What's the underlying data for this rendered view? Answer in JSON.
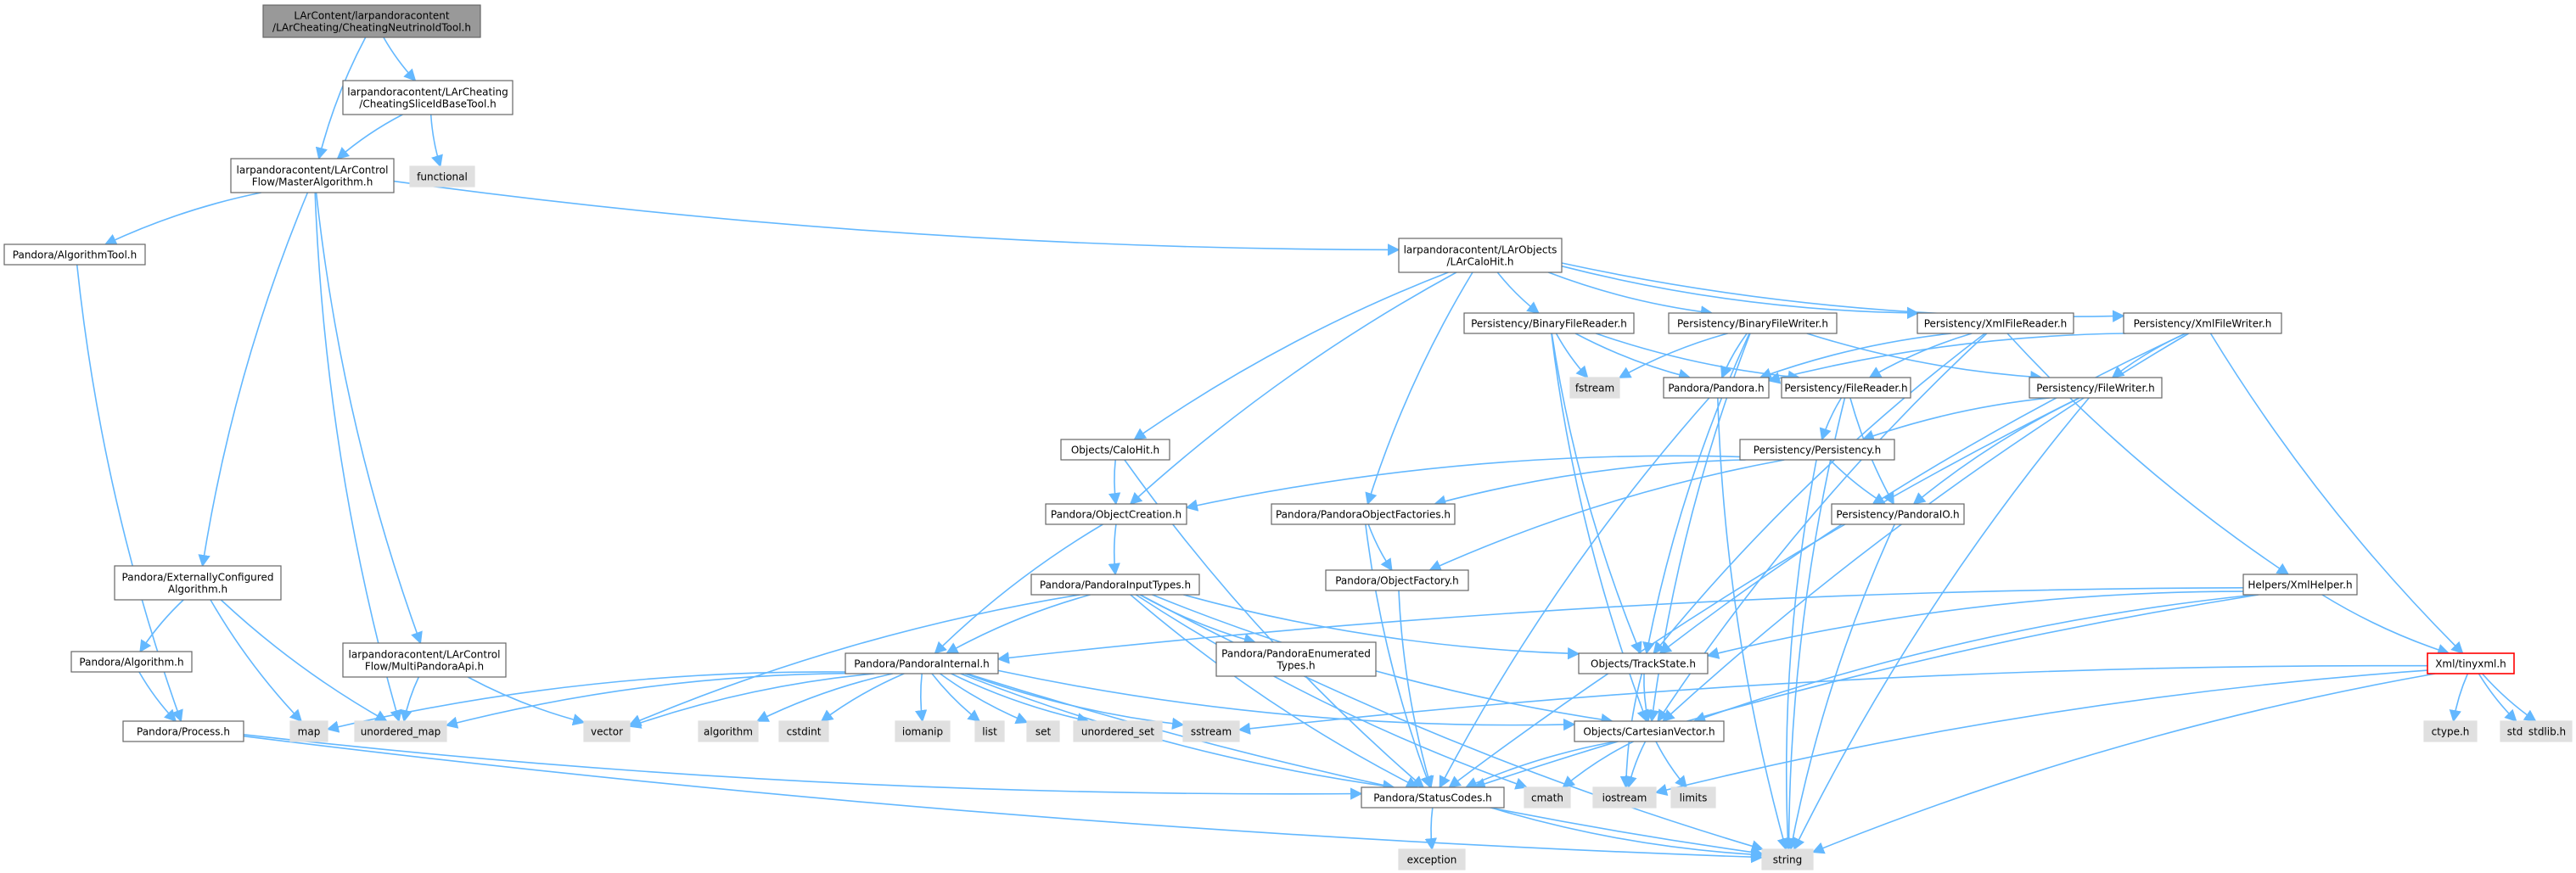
{
  "colors": {
    "edge": "#63b8ff",
    "box_border": "#666666",
    "root_fill": "#999999",
    "file_fill": "#ffffff",
    "system_fill": "#e0e0e0",
    "warning_border": "#ff0000"
  },
  "nodes": [
    {
      "id": "root",
      "lines": [
        "LArContent/larpandoracontent",
        "/LArCheating/CheatingNeutrinoIdTool.h"
      ],
      "kind": "root"
    },
    {
      "id": "slice_tool",
      "lines": [
        "larpandoracontent/LArCheating",
        "/CheatingSliceIdBaseTool.h"
      ],
      "kind": "file"
    },
    {
      "id": "functional",
      "lines": [
        "functional"
      ],
      "kind": "system"
    },
    {
      "id": "master_algorithm",
      "lines": [
        "larpandoracontent/LArControl",
        "Flow/MasterAlgorithm.h"
      ],
      "kind": "file"
    },
    {
      "id": "algorithm_tool",
      "lines": [
        "Pandora/AlgorithmTool.h"
      ],
      "kind": "file"
    },
    {
      "id": "lar_calo_hit",
      "lines": [
        "larpandoracontent/LArObjects",
        "/LArCaloHit.h"
      ],
      "kind": "file"
    },
    {
      "id": "binary_file_reader",
      "lines": [
        "Persistency/BinaryFileReader.h"
      ],
      "kind": "file"
    },
    {
      "id": "binary_file_writer",
      "lines": [
        "Persistency/BinaryFileWriter.h"
      ],
      "kind": "file"
    },
    {
      "id": "xml_file_reader",
      "lines": [
        "Persistency/XmlFileReader.h"
      ],
      "kind": "file"
    },
    {
      "id": "xml_file_writer",
      "lines": [
        "Persistency/XmlFileWriter.h"
      ],
      "kind": "file"
    },
    {
      "id": "fstream",
      "lines": [
        "fstream"
      ],
      "kind": "system"
    },
    {
      "id": "pandora_h",
      "lines": [
        "Pandora/Pandora.h"
      ],
      "kind": "file"
    },
    {
      "id": "file_reader",
      "lines": [
        "Persistency/FileReader.h"
      ],
      "kind": "file"
    },
    {
      "id": "file_writer",
      "lines": [
        "Persistency/FileWriter.h"
      ],
      "kind": "file"
    },
    {
      "id": "calo_hit",
      "lines": [
        "Objects/CaloHit.h"
      ],
      "kind": "file"
    },
    {
      "id": "persistency",
      "lines": [
        "Persistency/Persistency.h"
      ],
      "kind": "file"
    },
    {
      "id": "object_creation",
      "lines": [
        "Pandora/ObjectCreation.h"
      ],
      "kind": "file"
    },
    {
      "id": "object_factories",
      "lines": [
        "Pandora/PandoraObjectFactories.h"
      ],
      "kind": "file"
    },
    {
      "id": "pandora_io",
      "lines": [
        "Persistency/PandoraIO.h"
      ],
      "kind": "file"
    },
    {
      "id": "ext_configured",
      "lines": [
        "Pandora/ExternallyConfigured",
        "Algorithm.h"
      ],
      "kind": "file"
    },
    {
      "id": "object_factory",
      "lines": [
        "Pandora/ObjectFactory.h"
      ],
      "kind": "file"
    },
    {
      "id": "input_types",
      "lines": [
        "Pandora/PandoraInputTypes.h"
      ],
      "kind": "file"
    },
    {
      "id": "xml_helper",
      "lines": [
        "Helpers/XmlHelper.h"
      ],
      "kind": "file"
    },
    {
      "id": "algorithm_h",
      "lines": [
        "Pandora/Algorithm.h"
      ],
      "kind": "file"
    },
    {
      "id": "multi_pandora_api",
      "lines": [
        "larpandoracontent/LArControl",
        "Flow/MultiPandoraApi.h"
      ],
      "kind": "file"
    },
    {
      "id": "pandora_internal",
      "lines": [
        "Pandora/PandoraInternal.h"
      ],
      "kind": "file"
    },
    {
      "id": "enumerated_types",
      "lines": [
        "Pandora/PandoraEnumerated",
        "Types.h"
      ],
      "kind": "file"
    },
    {
      "id": "track_state",
      "lines": [
        "Objects/TrackState.h"
      ],
      "kind": "file"
    },
    {
      "id": "tinyxml",
      "lines": [
        "Xml/tinyxml.h"
      ],
      "kind": "warning"
    },
    {
      "id": "process_h",
      "lines": [
        "Pandora/Process.h"
      ],
      "kind": "file"
    },
    {
      "id": "map",
      "lines": [
        "map"
      ],
      "kind": "system"
    },
    {
      "id": "unordered_map",
      "lines": [
        "unordered_map"
      ],
      "kind": "system"
    },
    {
      "id": "vector",
      "lines": [
        "vector"
      ],
      "kind": "system"
    },
    {
      "id": "algorithm",
      "lines": [
        "algorithm"
      ],
      "kind": "system"
    },
    {
      "id": "cstdint",
      "lines": [
        "cstdint"
      ],
      "kind": "system"
    },
    {
      "id": "iomanip",
      "lines": [
        "iomanip"
      ],
      "kind": "system"
    },
    {
      "id": "list",
      "lines": [
        "list"
      ],
      "kind": "system"
    },
    {
      "id": "set",
      "lines": [
        "set"
      ],
      "kind": "system"
    },
    {
      "id": "unordered_set",
      "lines": [
        "unordered_set"
      ],
      "kind": "system"
    },
    {
      "id": "sstream",
      "lines": [
        "sstream"
      ],
      "kind": "system"
    },
    {
      "id": "cartesian_vector",
      "lines": [
        "Objects/CartesianVector.h"
      ],
      "kind": "file"
    },
    {
      "id": "ctype",
      "lines": [
        "ctype.h"
      ],
      "kind": "system"
    },
    {
      "id": "stdio",
      "lines": [
        "stdio.h"
      ],
      "kind": "system"
    },
    {
      "id": "stdlib",
      "lines": [
        "stdlib.h"
      ],
      "kind": "system"
    },
    {
      "id": "cmath",
      "lines": [
        "cmath"
      ],
      "kind": "system"
    },
    {
      "id": "iostream",
      "lines": [
        "iostream"
      ],
      "kind": "system"
    },
    {
      "id": "limits",
      "lines": [
        "limits"
      ],
      "kind": "system"
    },
    {
      "id": "status_codes",
      "lines": [
        "Pandora/StatusCodes.h"
      ],
      "kind": "file"
    },
    {
      "id": "exception",
      "lines": [
        "exception"
      ],
      "kind": "system"
    },
    {
      "id": "string",
      "lines": [
        "string"
      ],
      "kind": "system"
    }
  ],
  "edges": [
    [
      "root",
      "slice_tool"
    ],
    [
      "root",
      "master_algorithm"
    ],
    [
      "slice_tool",
      "functional"
    ],
    [
      "slice_tool",
      "master_algorithm"
    ],
    [
      "master_algorithm",
      "algorithm_tool"
    ],
    [
      "master_algorithm",
      "lar_calo_hit"
    ],
    [
      "master_algorithm",
      "ext_configured"
    ],
    [
      "master_algorithm",
      "multi_pandora_api"
    ],
    [
      "master_algorithm",
      "unordered_map"
    ],
    [
      "algorithm_tool",
      "process_h"
    ],
    [
      "lar_calo_hit",
      "calo_hit"
    ],
    [
      "lar_calo_hit",
      "object_creation"
    ],
    [
      "lar_calo_hit",
      "object_factories"
    ],
    [
      "lar_calo_hit",
      "binary_file_reader"
    ],
    [
      "lar_calo_hit",
      "binary_file_writer"
    ],
    [
      "lar_calo_hit",
      "xml_file_reader"
    ],
    [
      "lar_calo_hit",
      "xml_file_writer"
    ],
    [
      "binary_file_reader",
      "fstream"
    ],
    [
      "binary_file_reader",
      "pandora_h"
    ],
    [
      "binary_file_reader",
      "file_reader"
    ],
    [
      "binary_file_reader",
      "track_state"
    ],
    [
      "binary_file_reader",
      "cartesian_vector"
    ],
    [
      "binary_file_writer",
      "fstream"
    ],
    [
      "binary_file_writer",
      "pandora_h"
    ],
    [
      "binary_file_writer",
      "file_writer"
    ],
    [
      "binary_file_writer",
      "track_state"
    ],
    [
      "binary_file_writer",
      "cartesian_vector"
    ],
    [
      "xml_file_reader",
      "pandora_h"
    ],
    [
      "xml_file_reader",
      "file_reader"
    ],
    [
      "xml_file_reader",
      "xml_helper"
    ],
    [
      "xml_file_reader",
      "track_state"
    ],
    [
      "xml_file_reader",
      "cartesian_vector"
    ],
    [
      "xml_file_writer",
      "pandora_h"
    ],
    [
      "xml_file_writer",
      "file_writer"
    ],
    [
      "xml_file_writer",
      "tinyxml"
    ],
    [
      "xml_file_writer",
      "track_state"
    ],
    [
      "xml_file_writer",
      "cartesian_vector"
    ],
    [
      "pandora_h",
      "status_codes"
    ],
    [
      "pandora_h",
      "string"
    ],
    [
      "file_reader",
      "persistency"
    ],
    [
      "file_reader",
      "pandora_io"
    ],
    [
      "file_reader",
      "string"
    ],
    [
      "file_writer",
      "persistency"
    ],
    [
      "file_writer",
      "pandora_io"
    ],
    [
      "file_writer",
      "status_codes"
    ],
    [
      "file_writer",
      "string"
    ],
    [
      "persistency",
      "object_creation"
    ],
    [
      "persistency",
      "object_factories"
    ],
    [
      "persistency",
      "object_factory"
    ],
    [
      "persistency",
      "pandora_io"
    ],
    [
      "persistency",
      "string"
    ],
    [
      "calo_hit",
      "object_creation"
    ],
    [
      "calo_hit",
      "status_codes"
    ],
    [
      "object_creation",
      "input_types"
    ],
    [
      "object_creation",
      "pandora_internal"
    ],
    [
      "object_factories",
      "object_factory"
    ],
    [
      "object_factories",
      "status_codes"
    ],
    [
      "pandora_io",
      "string"
    ],
    [
      "object_factory",
      "status_codes"
    ],
    [
      "input_types",
      "pandora_internal"
    ],
    [
      "input_types",
      "enumerated_types"
    ],
    [
      "input_types",
      "track_state"
    ],
    [
      "input_types",
      "cartesian_vector"
    ],
    [
      "input_types",
      "vector"
    ],
    [
      "input_types",
      "status_codes"
    ],
    [
      "input_types",
      "string"
    ],
    [
      "input_types",
      "cmath"
    ],
    [
      "ext_configured",
      "algorithm_h"
    ],
    [
      "ext_configured",
      "map"
    ],
    [
      "ext_configured",
      "unordered_map"
    ],
    [
      "algorithm_h",
      "process_h"
    ],
    [
      "multi_pandora_api",
      "unordered_map"
    ],
    [
      "multi_pandora_api",
      "vector"
    ],
    [
      "process_h",
      "status_codes"
    ],
    [
      "process_h",
      "string"
    ],
    [
      "pandora_internal",
      "map"
    ],
    [
      "pandora_internal",
      "unordered_map"
    ],
    [
      "pandora_internal",
      "vector"
    ],
    [
      "pandora_internal",
      "algorithm"
    ],
    [
      "pandora_internal",
      "cstdint"
    ],
    [
      "pandora_internal",
      "iomanip"
    ],
    [
      "pandora_internal",
      "list"
    ],
    [
      "pandora_internal",
      "set"
    ],
    [
      "pandora_internal",
      "unordered_set"
    ],
    [
      "pandora_internal",
      "sstream"
    ],
    [
      "pandora_internal",
      "cartesian_vector"
    ],
    [
      "pandora_internal",
      "status_codes"
    ],
    [
      "pandora_internal",
      "string"
    ],
    [
      "xml_helper",
      "pandora_internal"
    ],
    [
      "xml_helper",
      "track_state"
    ],
    [
      "xml_helper",
      "cartesian_vector"
    ],
    [
      "xml_helper",
      "tinyxml"
    ],
    [
      "xml_helper",
      "status_codes"
    ],
    [
      "track_state",
      "cartesian_vector"
    ],
    [
      "track_state",
      "iostream"
    ],
    [
      "tinyxml",
      "ctype"
    ],
    [
      "tinyxml",
      "stdio"
    ],
    [
      "tinyxml",
      "stdlib"
    ],
    [
      "tinyxml",
      "string"
    ],
    [
      "tinyxml",
      "iostream"
    ],
    [
      "tinyxml",
      "sstream"
    ],
    [
      "cartesian_vector",
      "cmath"
    ],
    [
      "cartesian_vector",
      "iostream"
    ],
    [
      "cartesian_vector",
      "limits"
    ],
    [
      "cartesian_vector",
      "status_codes"
    ],
    [
      "status_codes",
      "exception"
    ],
    [
      "status_codes",
      "string"
    ]
  ]
}
